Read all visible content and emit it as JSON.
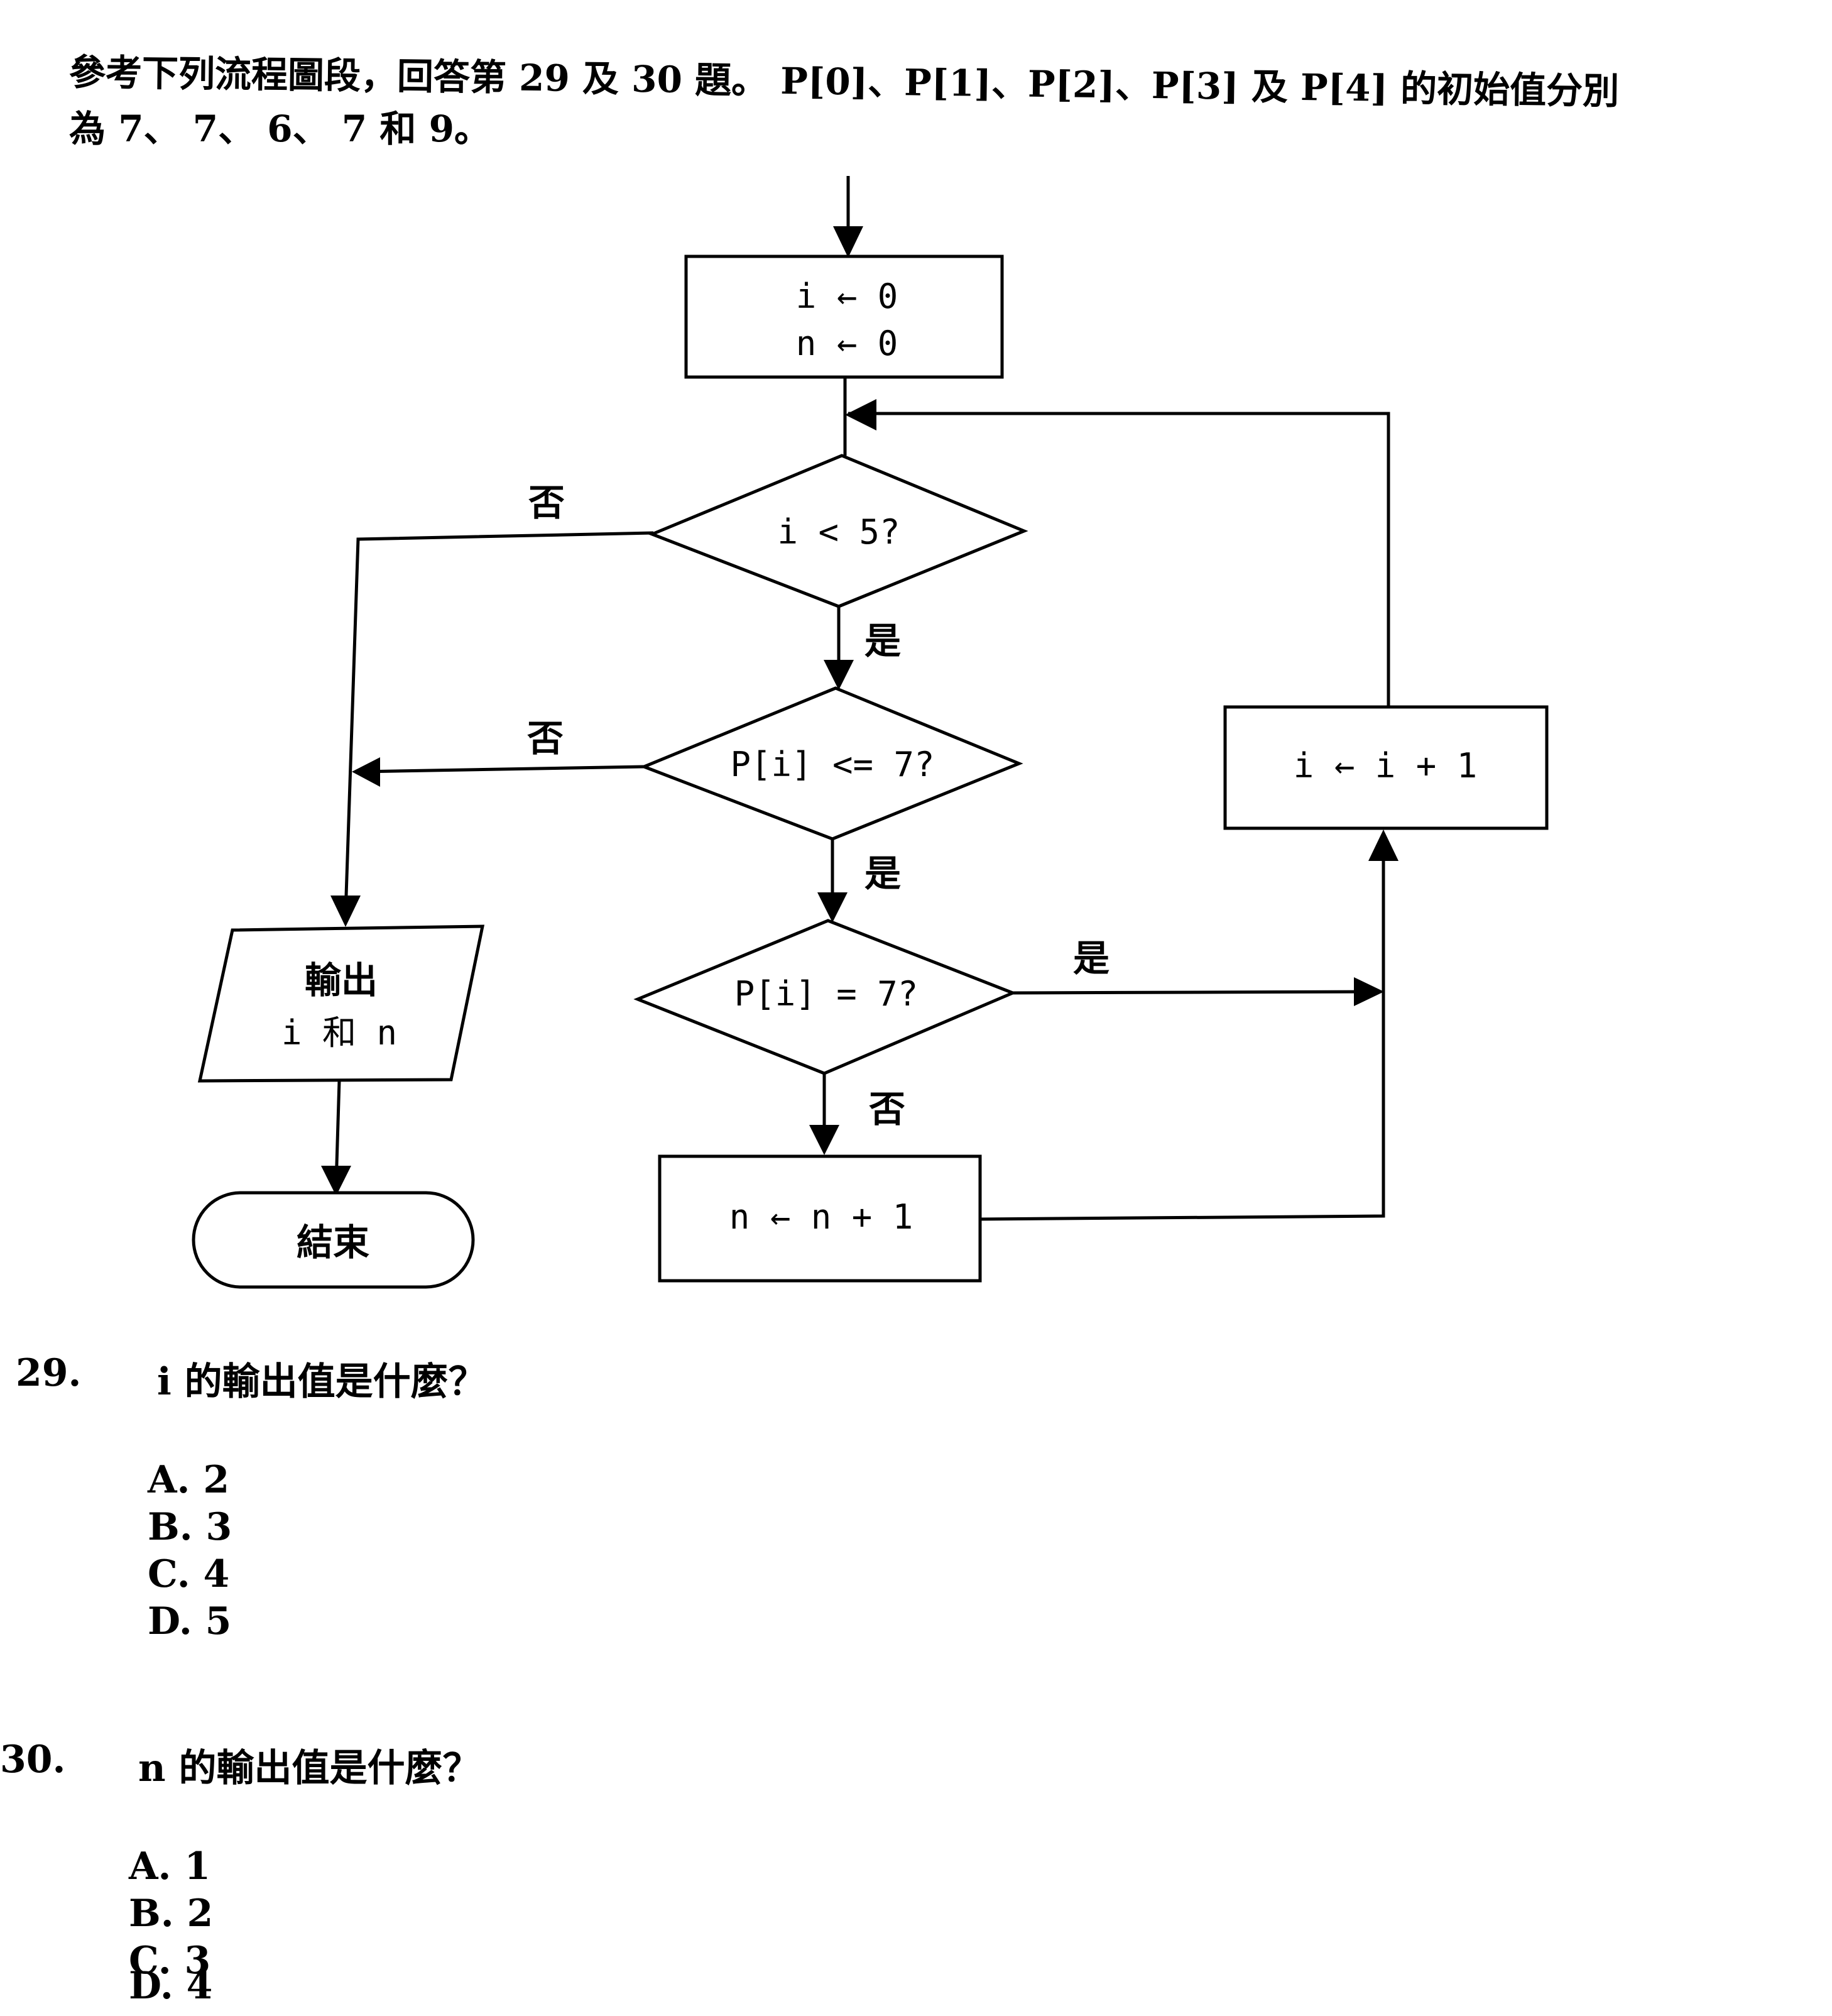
{
  "intro": {
    "line1": "參考下列流程圖段，回答第 29 及 30 題。 P[0]、P[1]、P[2]、P[3] 及 P[4] 的初始值分別",
    "line2": "為 7、 7、 6、 7 和 9。"
  },
  "flowchart": {
    "init_i": "i ← 0",
    "init_n": "n ← 0",
    "cond1": "i < 5?",
    "cond2": "P[i] <= 7?",
    "cond3": "P[i] = 7?",
    "incr_i": "i ← i + 1",
    "incr_n": "n ← n + 1",
    "output_line1": "輸出",
    "output_line2": "i 和 n",
    "end": "結束",
    "label_no_1": "否",
    "label_yes_1": "是",
    "label_no_2": "否",
    "label_yes_2": "是",
    "label_yes_3": "是",
    "label_no_3": "否"
  },
  "questions": [
    {
      "number": "29.",
      "stem": "i 的輸出值是什麼？",
      "options": [
        "A.  2",
        "B.  3",
        "C.  4",
        "D.  5"
      ]
    },
    {
      "number": "30.",
      "stem": "n 的輸出值是什麼？",
      "options": [
        "A.  1",
        "B.  2",
        "C.  3",
        "D.  4"
      ]
    }
  ]
}
